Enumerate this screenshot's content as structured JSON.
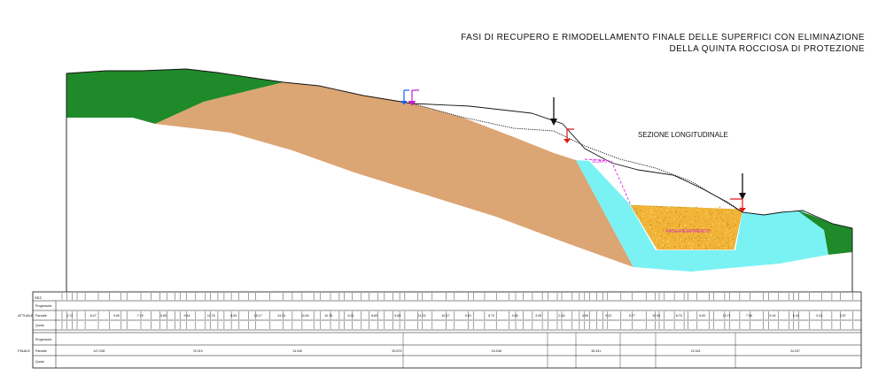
{
  "title": {
    "line1": "FASI DI RECUPERO E RIMODELLAMENTO FINALE DELLE SUPERFICI CON ELIMINAZIONE",
    "line2": "DELLA QUINTA ROCCIOSA DI PROTEZIONE"
  },
  "section_label": "SEZIONE LONGITUDINALE",
  "colors": {
    "vegetation": "#1f8a2a",
    "earth": "#dca574",
    "water": "#7af2f4",
    "fill": "#f2b437",
    "magenta": "#e020e0",
    "profile_line": "#111111"
  },
  "annotations": {
    "fill_label": "FASE RIEMPIMENTO",
    "slope_label": "SCAVO"
  },
  "table": {
    "header_tag": "SEZ.",
    "row_labels_attuale": [
      "Progressive",
      "Parziale",
      "Quota"
    ],
    "group_attuale": "ATTUALE",
    "row_labels_finale": [
      "Progressive",
      "Parziale",
      "Quota"
    ],
    "group_finale": "FINALE",
    "partials_attuale": [
      "4.72",
      "8.47",
      "9.60",
      "7.19",
      "5.60",
      "9.44",
      "11.76",
      "8.54",
      "15.17",
      "24.34",
      "14.63",
      "10.76",
      "6.21",
      "8.69",
      "5.84",
      "11.02",
      "10.47",
      "9.03",
      "8.73",
      "4.65",
      "3.05",
      "2.18",
      "4.99",
      "9.22",
      "5.77",
      "10.96",
      "8.79",
      "6.50",
      "10.71",
      "7.56",
      "6.16",
      "6.33",
      "5.34",
      "3.57"
    ],
    "partials_finale": [
      "147.298",
      "76.319",
      "14.940",
      "50.875",
      "16.948",
      "35.431",
      "15.341",
      "34.037"
    ]
  }
}
